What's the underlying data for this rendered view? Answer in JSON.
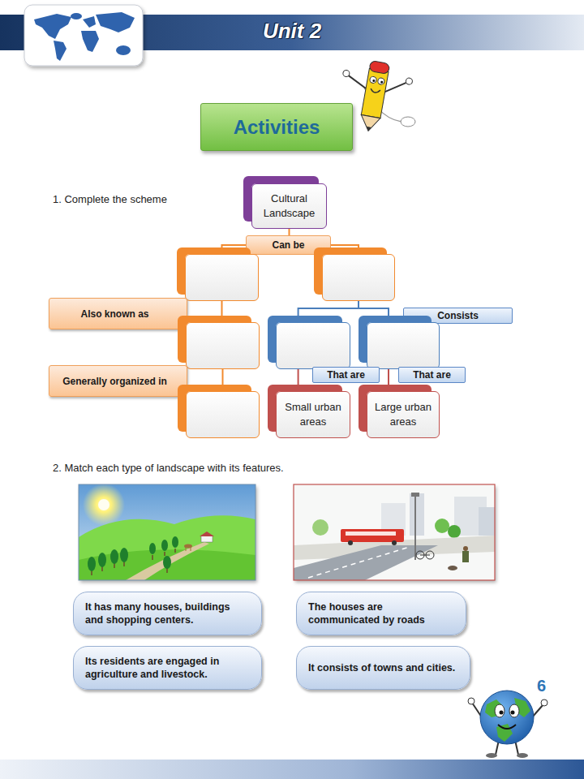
{
  "diagram": {
    "title": "Unit 2",
    "nodes": [
      {
        "text": [
          "Activities"
        ]
      },
      {
        "text": [
          "Cultural Landscape"
        ]
      },
      {
        "text": [
          "Can be"
        ]
      },
      {
        "text": []
      },
      {
        "text": []
      },
      {
        "text": [
          "Also known as"
        ]
      },
      {
        "text": [
          "Consists"
        ]
      },
      {
        "text": []
      },
      {
        "text": []
      },
      {
        "text": []
      },
      {
        "text": [
          "Generally organized in"
        ]
      },
      {
        "text": [
          "That are"
        ]
      },
      {
        "text": [
          "That are"
        ]
      },
      {
        "text": []
      },
      {
        "text": [
          "Small urban areas"
        ]
      },
      {
        "text": [
          "Large urban areas"
        ]
      },
      {
        "text": [
          "It has many houses, buildings and shopping centers."
        ]
      },
      {
        "text": [
          "The houses are communicated by roads"
        ]
      },
      {
        "text": [
          "Its residents are engaged in agriculture and livestock."
        ]
      },
      {
        "text": [
          "It consists of towns and cities."
        ]
      }
    ],
    "edges": [
      {
        "from": 1,
        "to": 2,
        "arrow": "none"
      },
      {
        "from": 2,
        "to": 3,
        "arrow": "none"
      },
      {
        "from": 2,
        "to": 4,
        "arrow": "none"
      },
      {
        "from": 3,
        "to": 7,
        "arrow": "none"
      },
      {
        "from": 7,
        "to": 13,
        "arrow": "none"
      },
      {
        "from": 4,
        "to": 8,
        "arrow": "none"
      },
      {
        "from": 4,
        "to": 9,
        "arrow": "none"
      },
      {
        "from": 8,
        "to": 14,
        "arrow": "none"
      },
      {
        "from": 9,
        "to": 15,
        "arrow": "none"
      }
    ],
    "labels": [
      "1. Complete the scheme",
      "2. Match each type of landscape with its features.",
      "6"
    ]
  }
}
